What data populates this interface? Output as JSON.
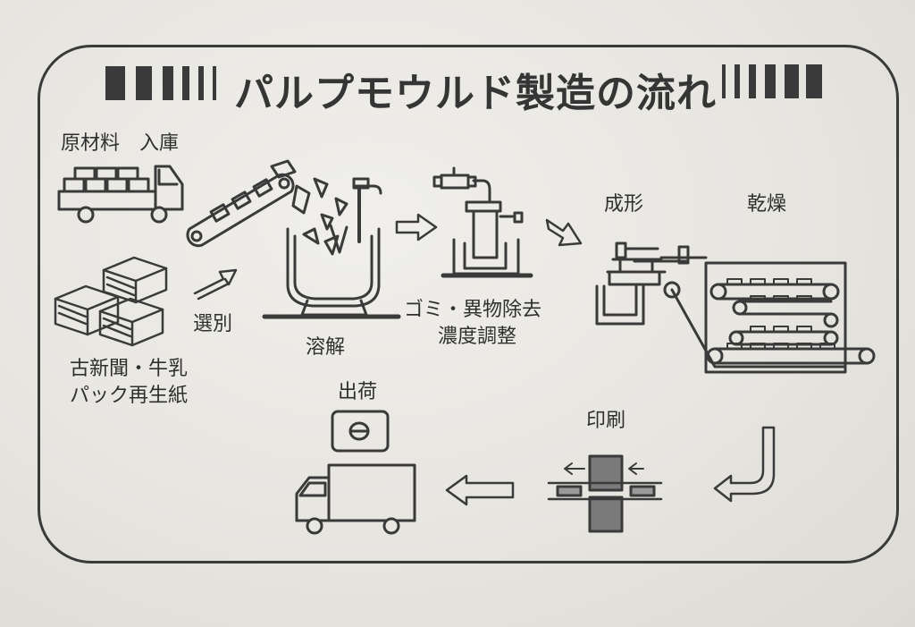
{
  "title": "パルプモウルド製造の流れ",
  "labels": {
    "raw": "原材料　入庫",
    "recycle_line1": "古新聞・牛乳",
    "recycle_line2": "パック再生紙",
    "sort": "選別",
    "dissolve": "溶解",
    "clean_line1": "ゴミ・異物除去",
    "clean_line2": "濃度調整",
    "mold": "成形",
    "dry": "乾燥",
    "print": "印刷",
    "ship": "出荷"
  },
  "icons": [
    "truck-icon",
    "paper-bundle-icon",
    "conveyor-icon",
    "pulper-tank-icon",
    "cleaner-machine-icon",
    "molding-press-icon",
    "dryer-oven-icon",
    "printer-icon",
    "delivery-truck-icon",
    "arrow-icon"
  ]
}
